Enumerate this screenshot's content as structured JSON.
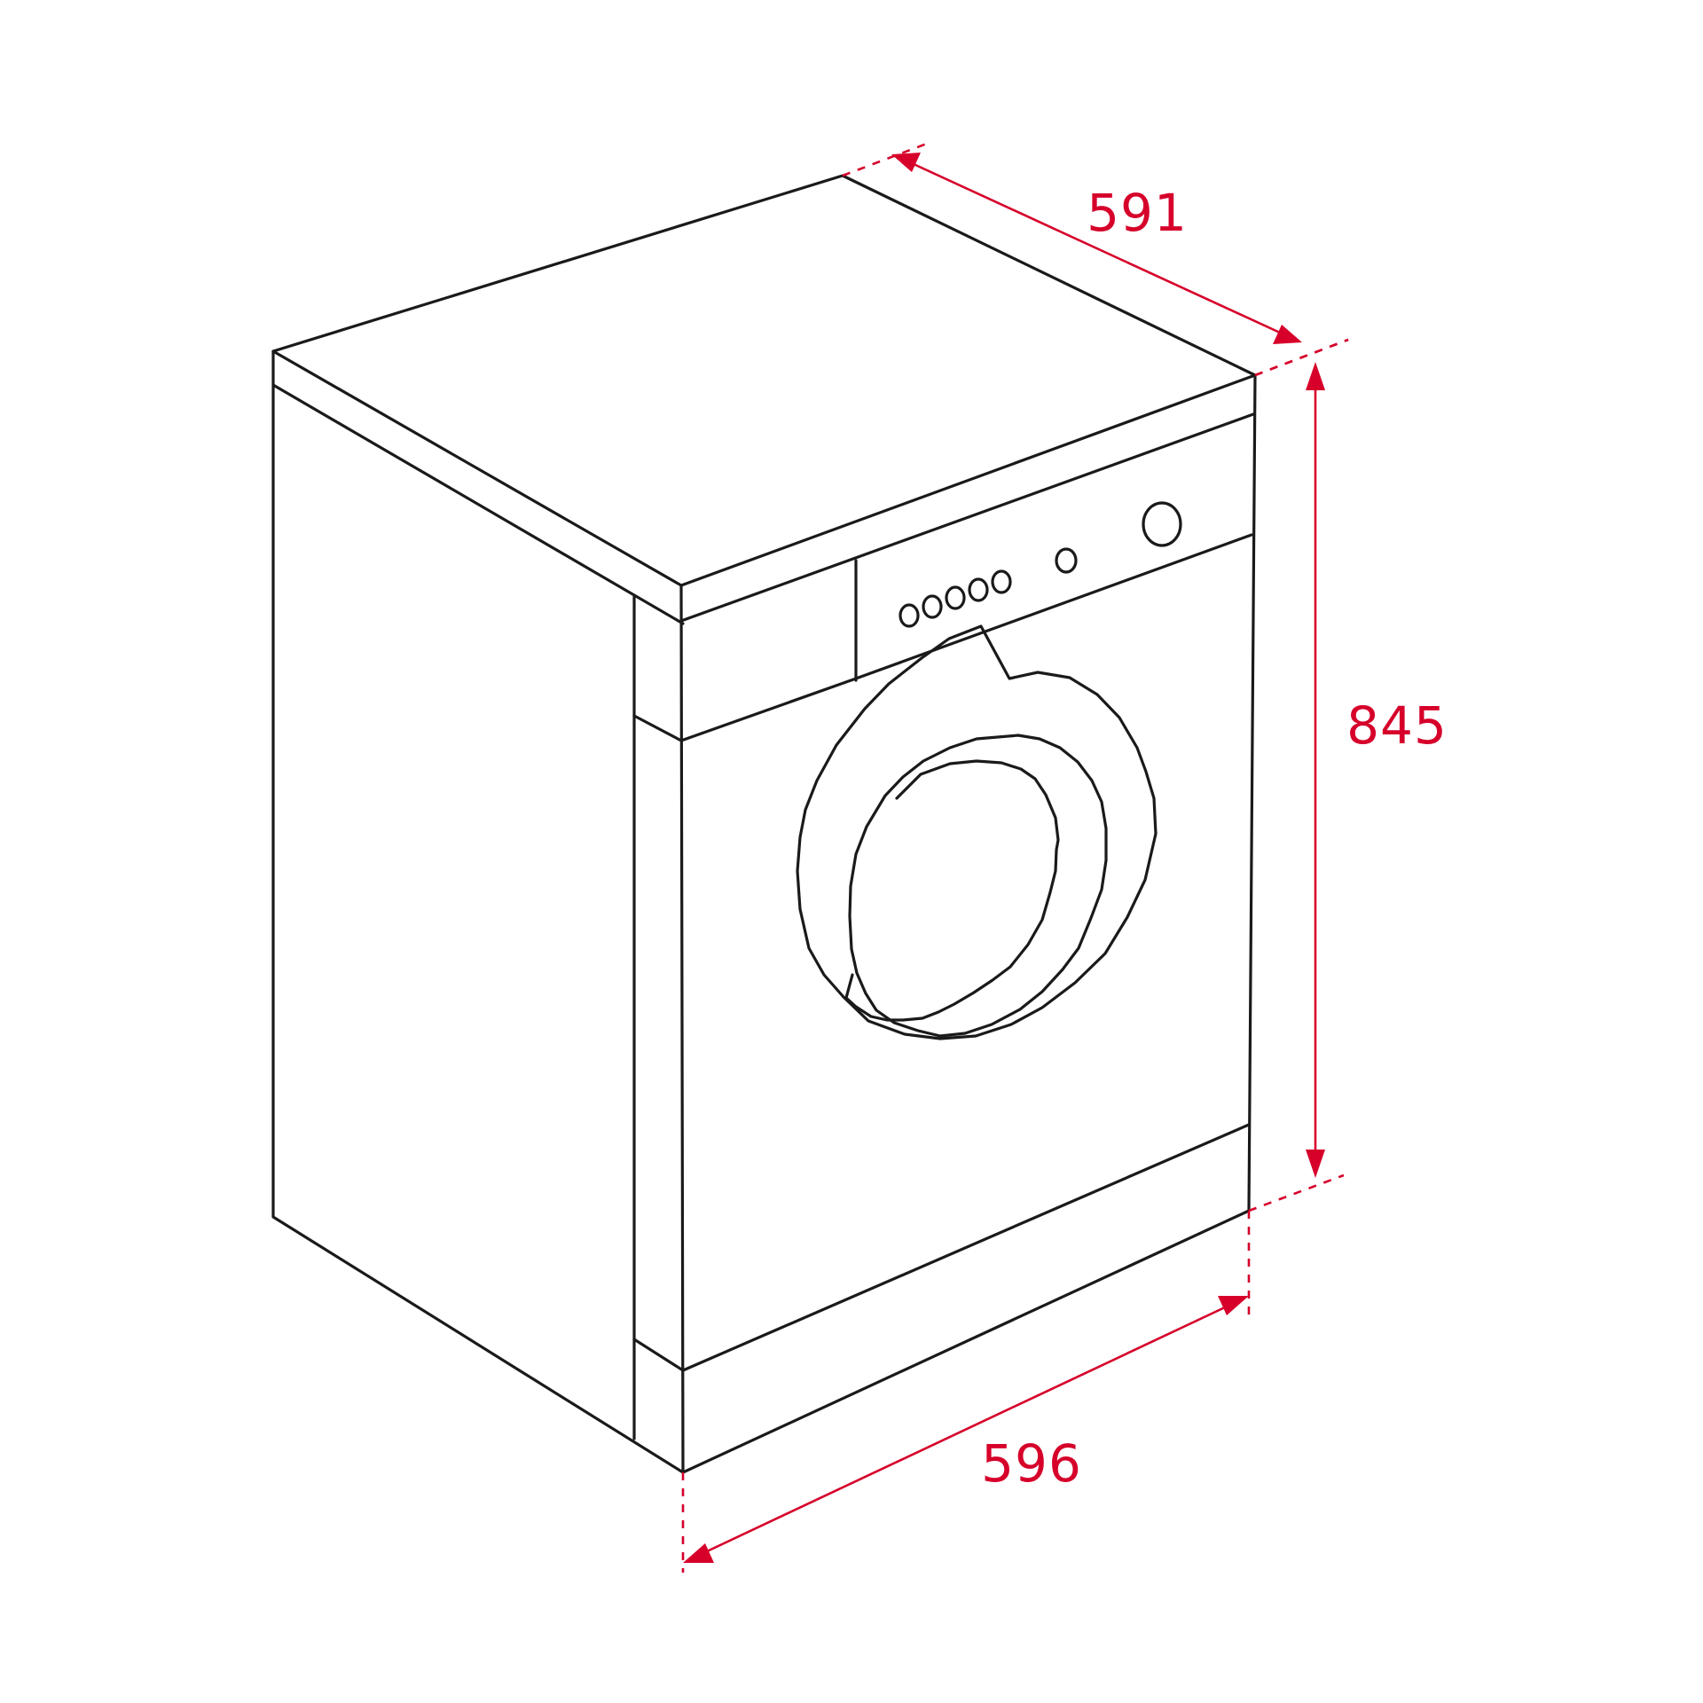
{
  "dimensions": {
    "depth": {
      "label": "591"
    },
    "height": {
      "label": "845"
    },
    "width": {
      "label": "596"
    }
  },
  "colors": {
    "outline": "#1a1a1a",
    "dimension": "#d6002a",
    "background": "#ffffff"
  }
}
